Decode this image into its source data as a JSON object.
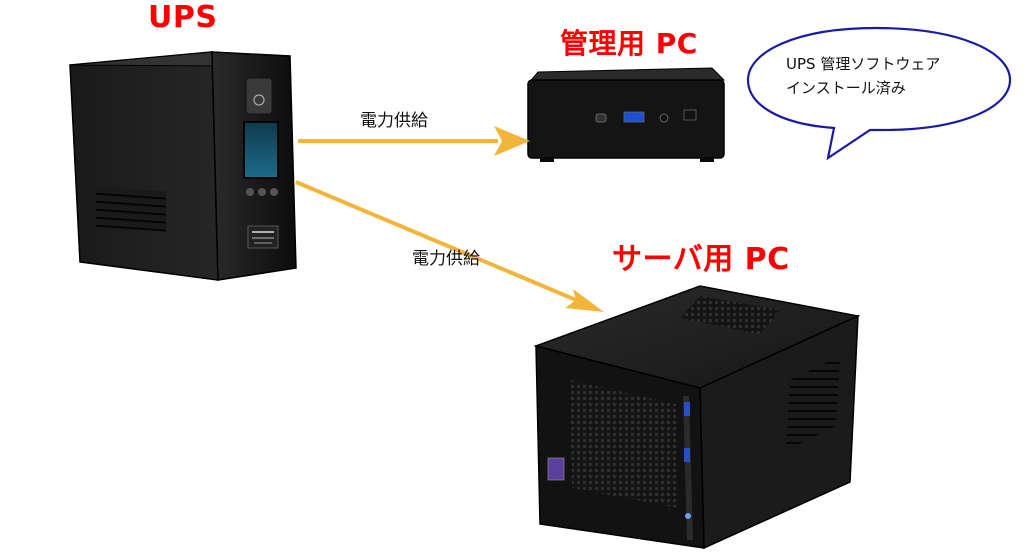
{
  "nodes": {
    "ups": {
      "title": "UPS"
    },
    "mgmt_pc": {
      "title": "管理用 PC"
    },
    "server_pc": {
      "title": "サーバ用 PC"
    }
  },
  "edges": [
    {
      "from": "ups",
      "to": "mgmt_pc",
      "label": "電力供給"
    },
    {
      "from": "ups",
      "to": "server_pc",
      "label": "電力供給"
    }
  ],
  "callout": {
    "line1": "UPS 管理ソフトウェア",
    "line2": "インストール済み"
  },
  "colors": {
    "title_red": "#ff0000",
    "arrow_yellow": "#f2b53a",
    "bubble_border": "#1a1aa8",
    "device_black": "#141414"
  }
}
